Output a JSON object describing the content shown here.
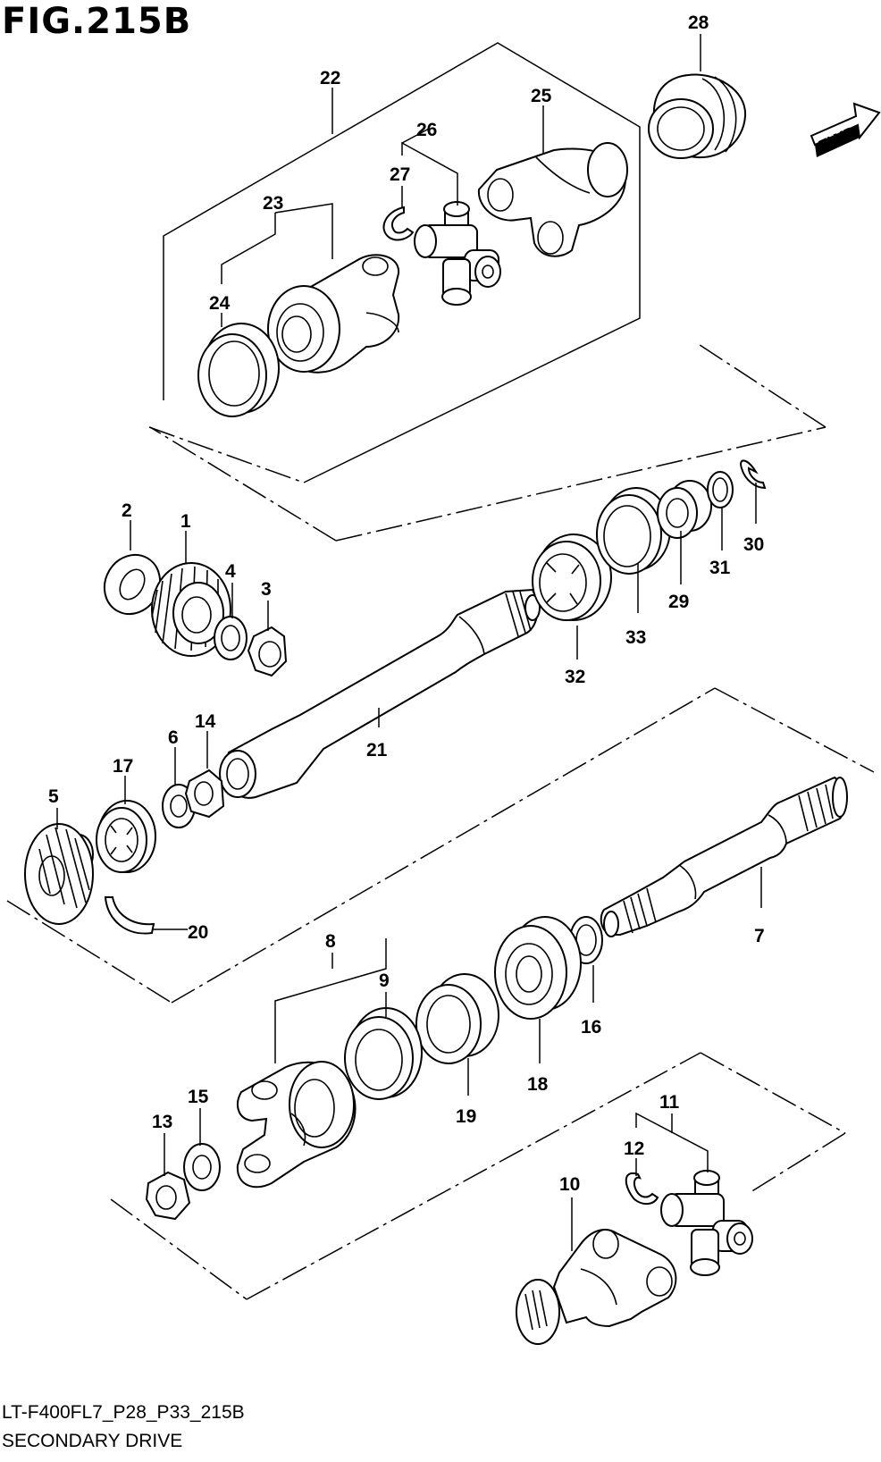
{
  "figure": {
    "title": "FIG.215B",
    "code": "LT-F400FL7_P28_P33_215B",
    "caption": "SECONDARY DRIVE",
    "fwd_label": "FWD"
  },
  "callouts": [
    "1",
    "2",
    "3",
    "4",
    "5",
    "6",
    "7",
    "8",
    "9",
    "10",
    "11",
    "12",
    "13",
    "14",
    "15",
    "16",
    "17",
    "18",
    "19",
    "20",
    "21",
    "22",
    "23",
    "24",
    "25",
    "26",
    "27",
    "28",
    "29",
    "30",
    "31",
    "32",
    "33"
  ]
}
